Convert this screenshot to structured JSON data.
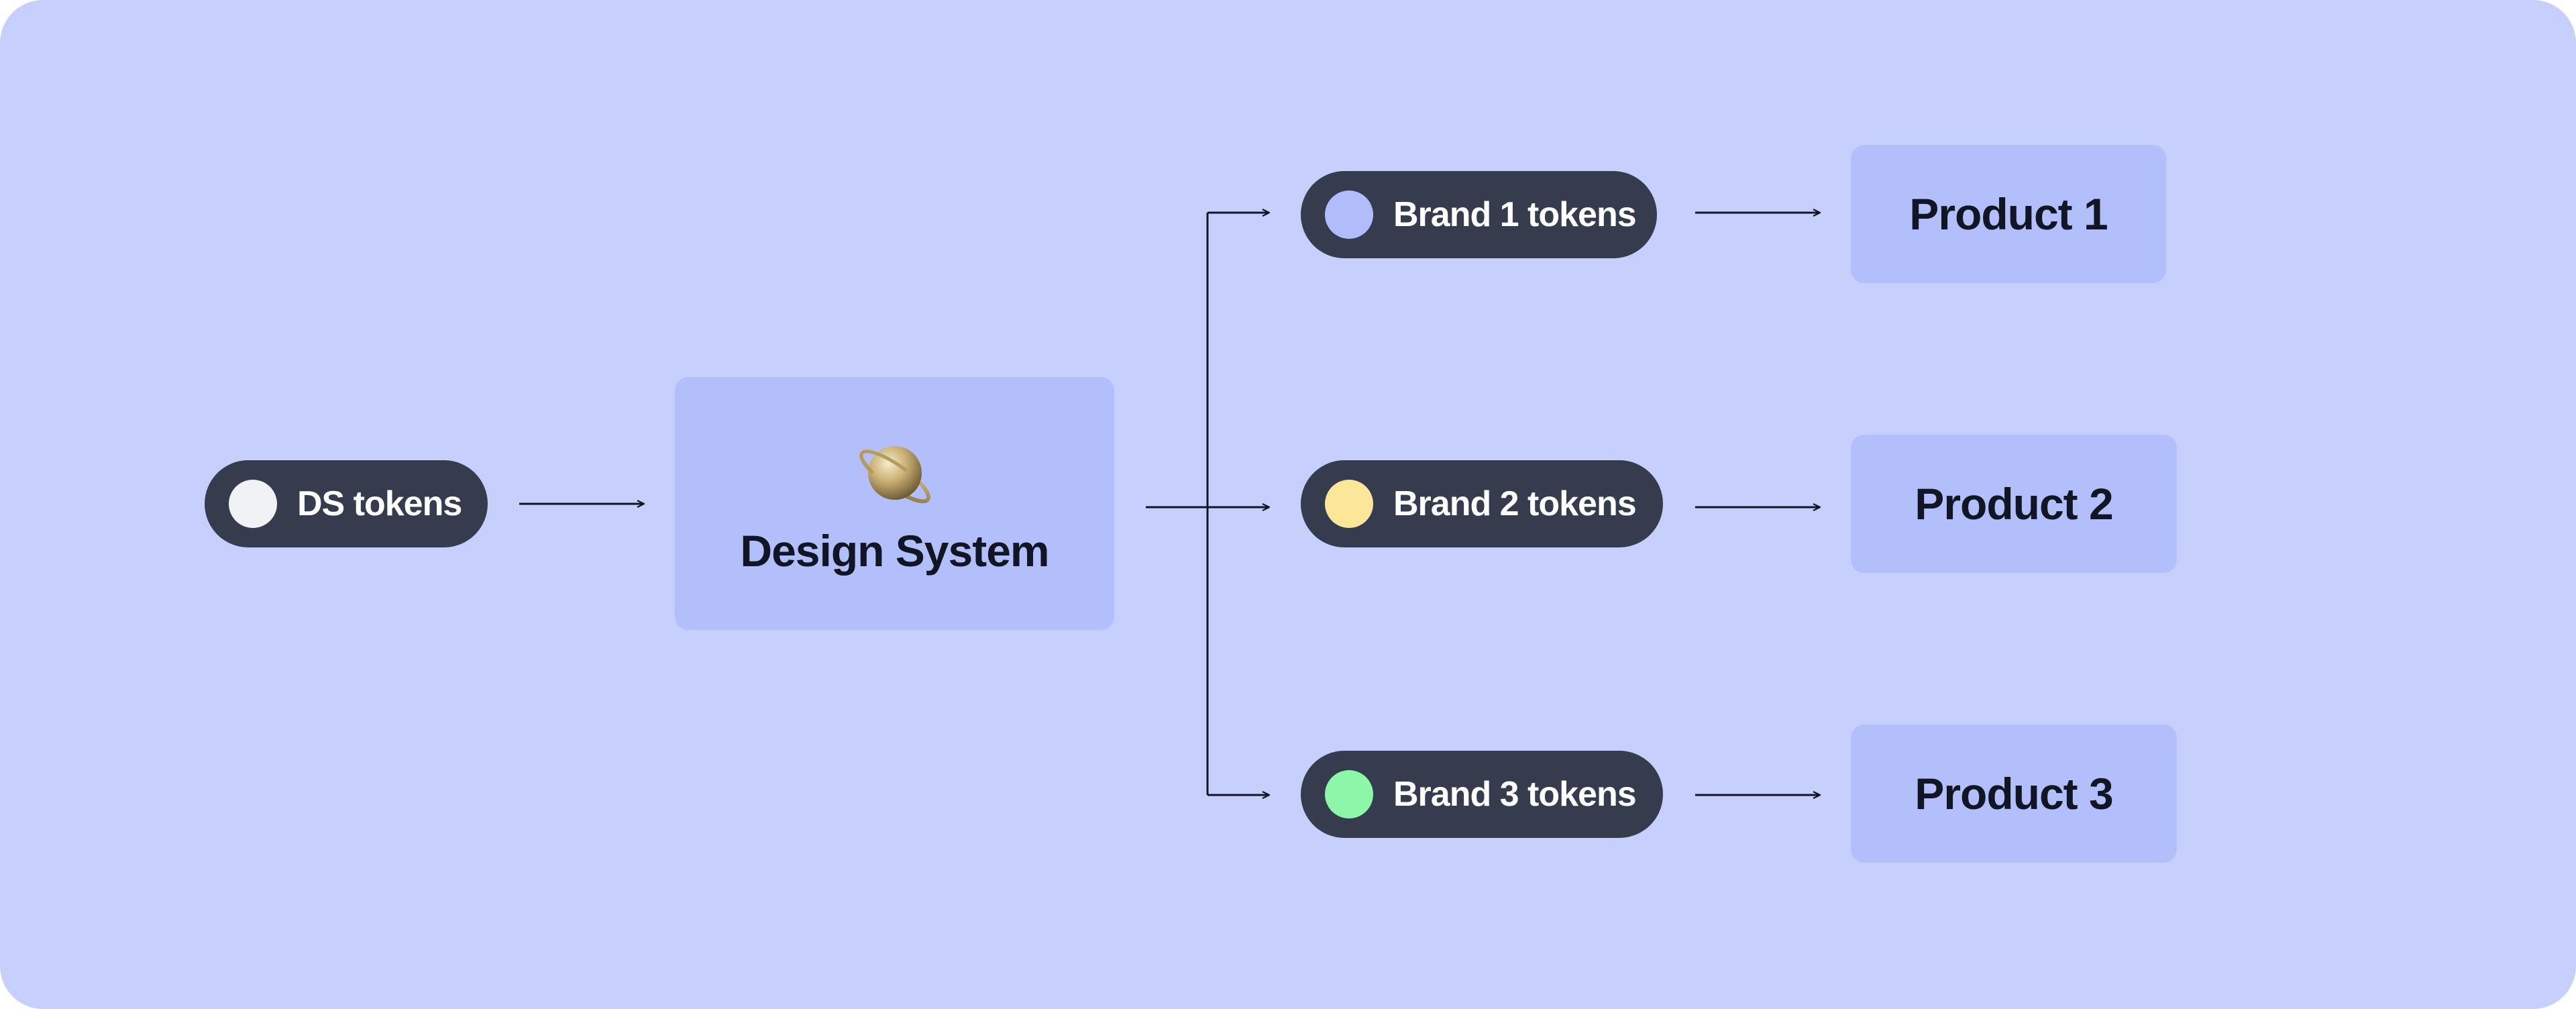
{
  "diagram": {
    "source": {
      "label": "DS tokens",
      "dot_color": "#f1f2f6"
    },
    "hub": {
      "label": "Design System",
      "icon": "saturn-planet-icon"
    },
    "brands": [
      {
        "label": "Brand 1 tokens",
        "dot_color": "#b1bcfb",
        "product": "Product 1"
      },
      {
        "label": "Brand 2 tokens",
        "dot_color": "#fbe69a",
        "product": "Product 2"
      },
      {
        "label": "Brand 3 tokens",
        "dot_color": "#8cf7a8",
        "product": "Product 3"
      }
    ],
    "colors": {
      "background": "#c7d0fd",
      "box": "#b3bffb",
      "pill": "#353c4d",
      "line": "#111624"
    }
  }
}
